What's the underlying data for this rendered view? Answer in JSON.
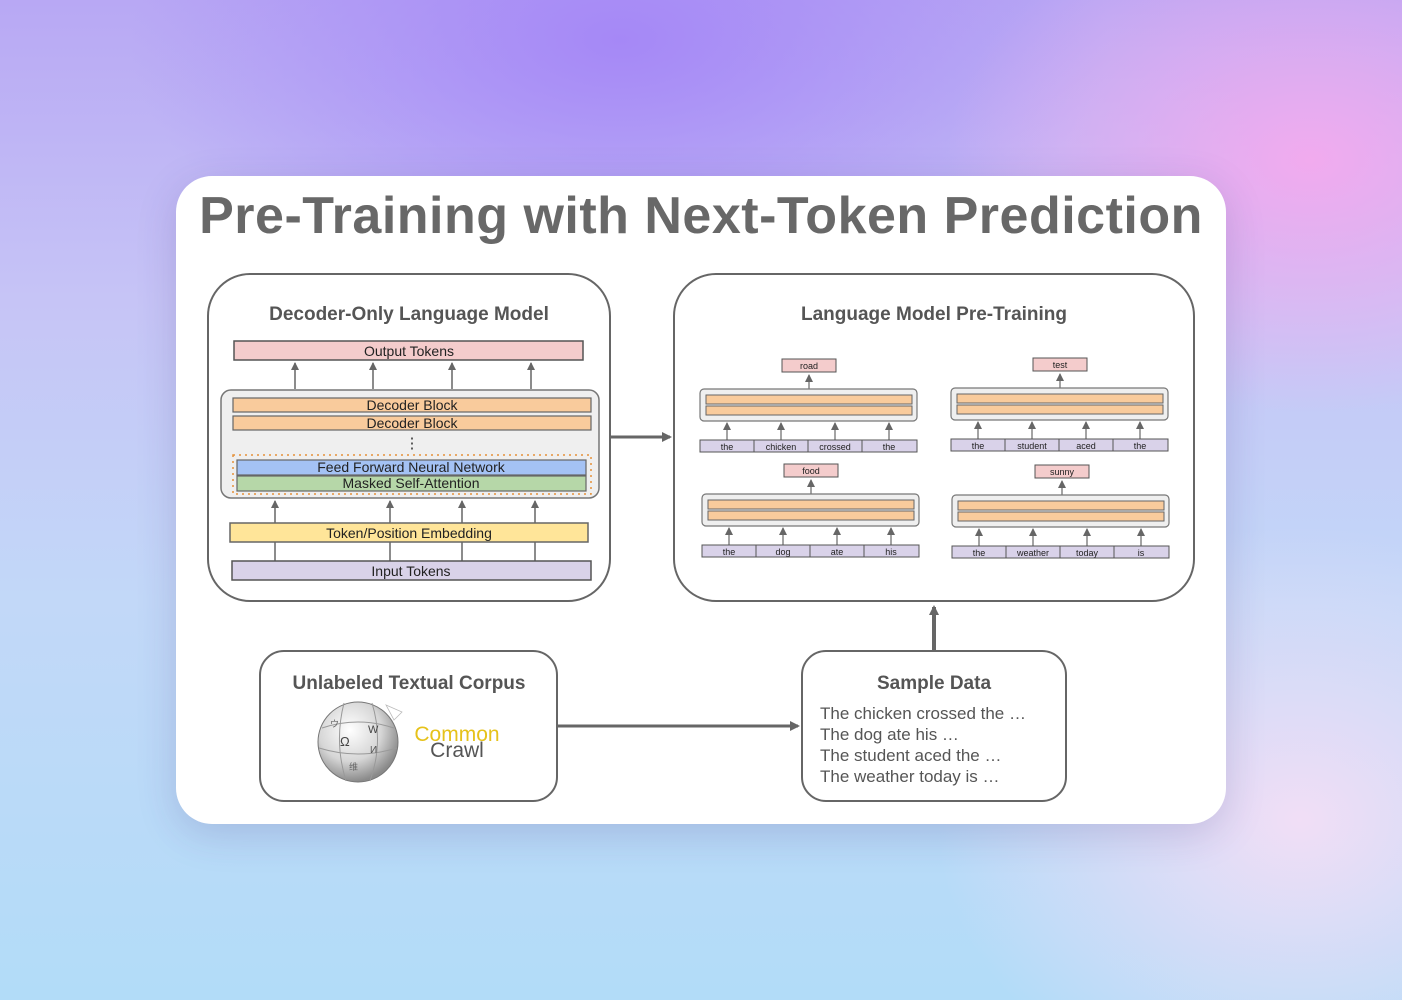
{
  "title": "Pre-Training with Next-Token Prediction",
  "decoder_panel": {
    "title": "Decoder-Only Language Model",
    "output_tokens": "Output Tokens",
    "decoder_block_1": "Decoder Block",
    "decoder_block_2": "Decoder Block",
    "ellipsis": "⋮",
    "feed_forward": "Feed Forward Neural Network",
    "masked_attention": "Masked Self-Attention",
    "embedding": "Token/Position Embedding",
    "input_tokens": "Input Tokens"
  },
  "pretraining_panel": {
    "title": "Language Model Pre-Training",
    "examples": [
      {
        "output": "road",
        "inputs": [
          "the",
          "chicken",
          "crossed",
          "the"
        ]
      },
      {
        "output": "test",
        "inputs": [
          "the",
          "student",
          "aced",
          "the"
        ]
      },
      {
        "output": "food",
        "inputs": [
          "the",
          "dog",
          "ate",
          "his"
        ]
      },
      {
        "output": "sunny",
        "inputs": [
          "the",
          "weather",
          "today",
          "is"
        ]
      }
    ]
  },
  "corpus_panel": {
    "title": "Unlabeled Textual Corpus",
    "logo_common": "Common",
    "logo_crawl": "Crawl"
  },
  "sample_panel": {
    "title": "Sample Data",
    "lines": [
      "The chicken crossed the …",
      "The dog ate his …",
      "The student aced the …",
      "The weather today is …"
    ]
  },
  "colors": {
    "stroke": "#666666",
    "output_fill": "#f4cccc",
    "decoder_fill": "#f9cb9c",
    "ffn_fill": "#a4c2f4",
    "attention_fill": "#b6d7a8",
    "embedding_fill": "#ffe599",
    "input_fill": "#d9d2e9",
    "common_yellow": "#e6c21a",
    "crawl_gray": "#555555"
  }
}
